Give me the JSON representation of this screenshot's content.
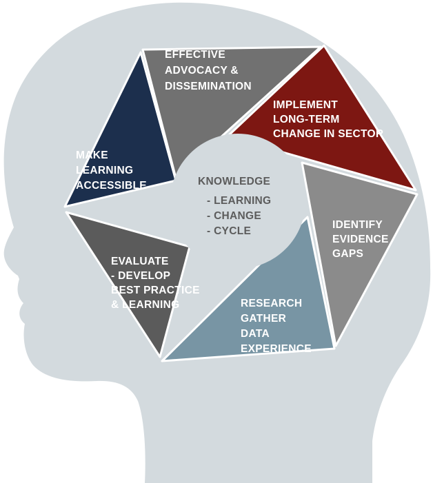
{
  "colors": {
    "head": "#d3dade",
    "background": "#ffffff",
    "center_text": "#5c5c5c",
    "segment_text": "#ffffff"
  },
  "center": {
    "lines": [
      "KNOWLEDGE",
      "- LEARNING",
      "- CHANGE",
      "- CYCLE"
    ]
  },
  "segments": [
    {
      "id": "advocacy",
      "lines": [
        "EFFECTIVE",
        "ADVOCACY &",
        "DISSEMINATION"
      ],
      "color": "#717171"
    },
    {
      "id": "implement",
      "lines": [
        "IMPLEMENT",
        "LONG-TERM",
        "CHANGE IN SECTOR"
      ],
      "color": "#7d1712"
    },
    {
      "id": "identify",
      "lines": [
        "IDENTIFY",
        "EVIDENCE",
        "GAPS"
      ],
      "color": "#8b8b8b"
    },
    {
      "id": "research",
      "lines": [
        "RESEARCH",
        "GATHER",
        "DATA",
        "EXPERIENCE"
      ],
      "color": "#7895a4"
    },
    {
      "id": "evaluate",
      "lines": [
        "EVALUATE",
        "- DEVELOP",
        "BEST PRACTICE",
        "& LEARNING"
      ],
      "color": "#5b5b5b"
    },
    {
      "id": "accessible",
      "lines": [
        "MAKE",
        "LEARNING",
        "ACCESSIBLE"
      ],
      "color": "#1c2f4d"
    }
  ]
}
